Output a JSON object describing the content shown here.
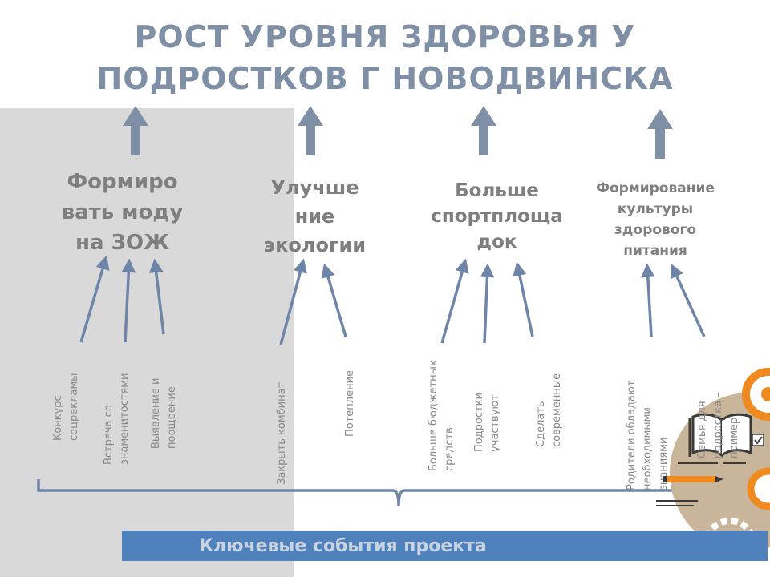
{
  "title": {
    "line1": "РОСТ УРОВНЯ ЗДОРОВЬЯ У",
    "line2": "ПОДРОСТКОВ Г НОВОДВИНСКА"
  },
  "goals": [
    {
      "lines": [
        "Формиро",
        "вать моду",
        "на ЗОЖ"
      ],
      "events": [
        [
          "Конкурс",
          "соцрекламы"
        ],
        [
          "Встреча со",
          "знаменитостями"
        ],
        [
          "Выявление и",
          "поощрение"
        ]
      ]
    },
    {
      "lines": [
        "Улучше",
        "ние",
        "экологии"
      ],
      "events": [
        [
          "Закрыть комбинат"
        ],
        [
          "Потепление"
        ]
      ]
    },
    {
      "lines": [
        "Больше",
        "спортплоща",
        "док"
      ],
      "events": [
        [
          "Больше бюджетных",
          "средств"
        ],
        [
          "Подростки",
          "участвуют"
        ],
        [
          "Сделать",
          "современные"
        ]
      ]
    },
    {
      "lines": [
        "Формирование",
        "культуры",
        "здорового",
        "питания"
      ],
      "events": [
        [
          "Родители обладают",
          "необходимыми",
          "знаниями"
        ],
        [
          "Семья для",
          "подростка –",
          "пример"
        ]
      ]
    }
  ],
  "banner": {
    "text": "Ключевые события проекта"
  },
  "colors": {
    "title": "#7f8fa6",
    "arrow": "#7f8fa6",
    "connector": "#6f85a8",
    "panel": "#d9d9d9",
    "banner": "#4f81bd",
    "banner_text": "#c9d4e3",
    "goal_text": "#7f7f7f",
    "event_text": "#8a8a8a",
    "accent_orange": "#ef8a1e"
  }
}
